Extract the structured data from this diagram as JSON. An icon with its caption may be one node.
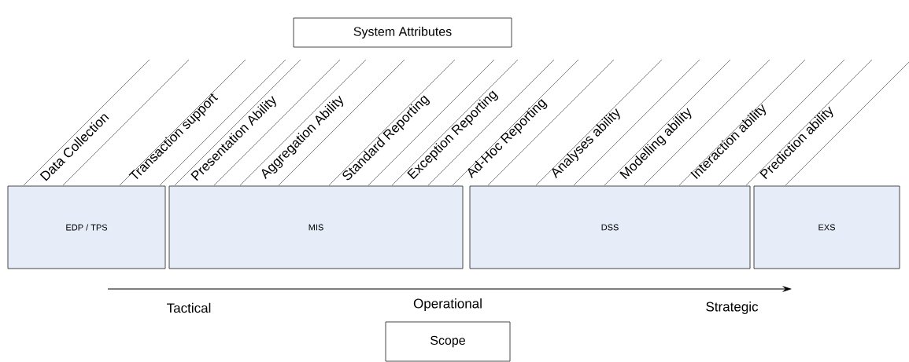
{
  "diagram": {
    "nodes": [
      {
        "text": [
          "System Attributes"
        ]
      },
      {
        "text": [
          "EDP / TPS"
        ]
      },
      {
        "text": [
          "MIS"
        ]
      },
      {
        "text": [
          "DSS"
        ]
      },
      {
        "text": [
          "EXS"
        ]
      },
      {
        "text": [
          "Scope"
        ]
      }
    ],
    "labels": [
      "Data Collection",
      "Transaction support",
      "Presentation Ability",
      "Aggregation Ability",
      "Standard Reporting",
      "Exception Reporting",
      "Ad-Hoc Reporting",
      "Analyses ability",
      "Modelling ability",
      "Interaction ability",
      "Prediction ability",
      "Tactical",
      "Operational",
      "Strategic"
    ]
  }
}
